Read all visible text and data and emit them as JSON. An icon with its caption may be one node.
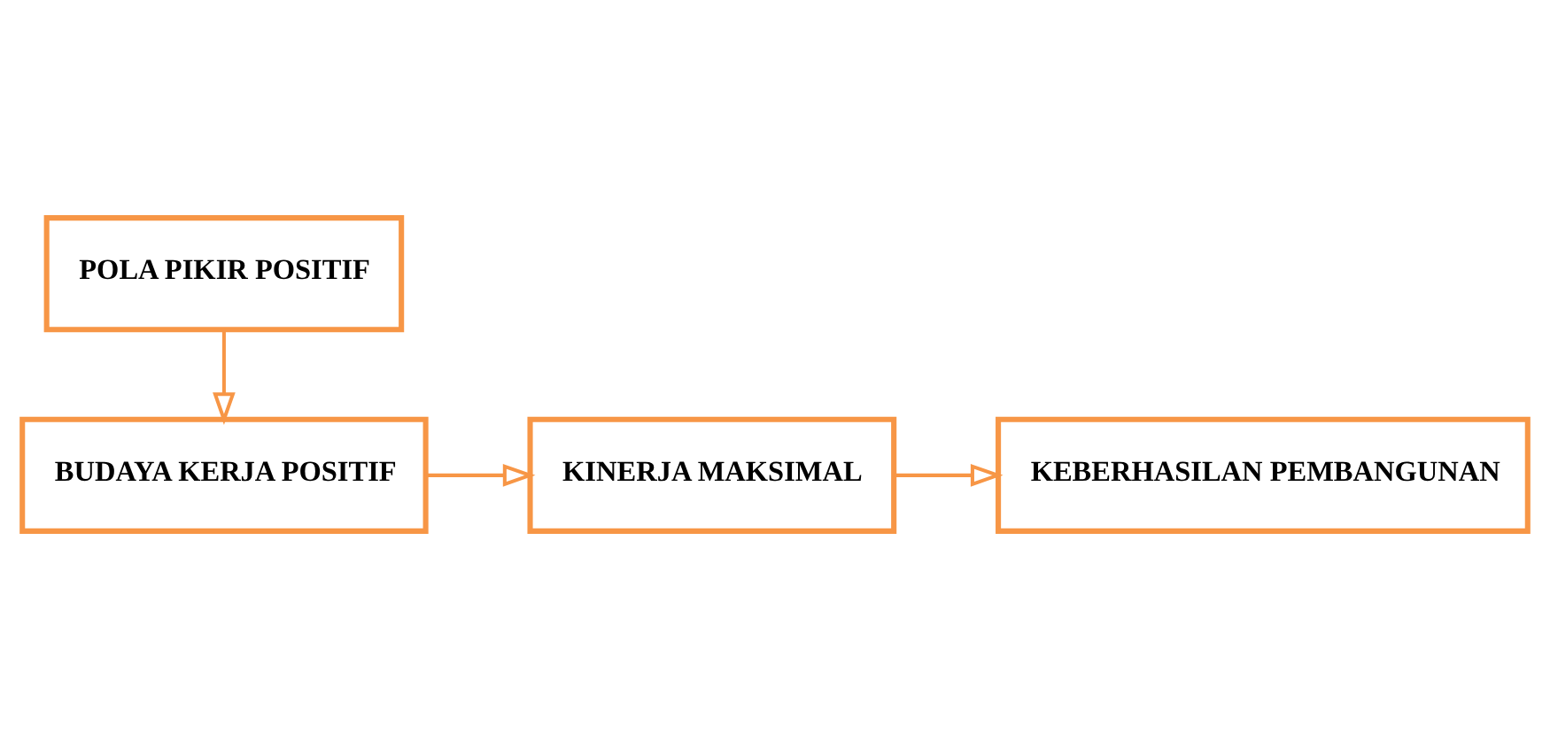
{
  "diagram": {
    "nodes": [
      {
        "text": [
          "POLA PIKIR POSITIF"
        ]
      },
      {
        "text": [
          "BUDAYA KERJA POSITIF"
        ]
      },
      {
        "text": [
          "KINERJA MAKSIMAL"
        ]
      },
      {
        "text": [
          "KEBERHASILAN PEMBANGUNAN"
        ]
      }
    ],
    "edges": [
      {
        "from": 0,
        "to": 1,
        "arrow": "to"
      },
      {
        "from": 1,
        "to": 2,
        "arrow": "to"
      },
      {
        "from": 2,
        "to": 3,
        "arrow": "to"
      }
    ]
  }
}
